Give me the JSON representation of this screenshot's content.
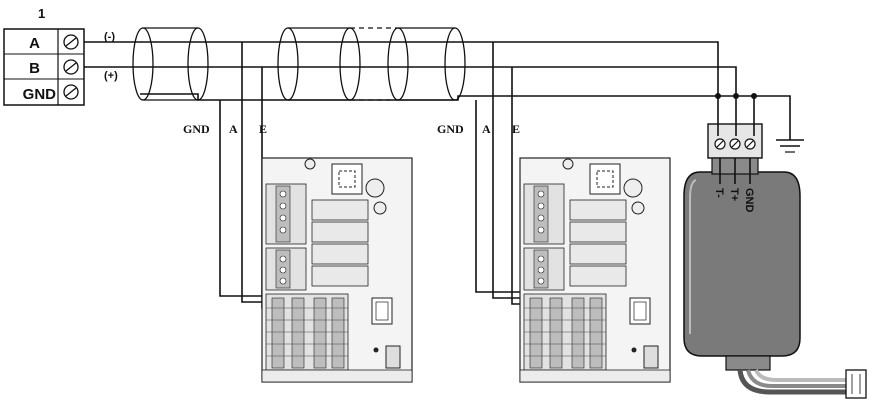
{
  "terminal_block": {
    "number": "1",
    "labels": [
      "A",
      "B",
      "GND"
    ]
  },
  "polarity": {
    "minus": "(-)",
    "plus": "(+)"
  },
  "board_labels": {
    "gnd": "GND",
    "a": "A",
    "b": "E"
  },
  "converter_labels": [
    "T-",
    "T+",
    "GND"
  ],
  "colors": {
    "converter_body": "#7a7a7a",
    "wire": "#111111"
  }
}
